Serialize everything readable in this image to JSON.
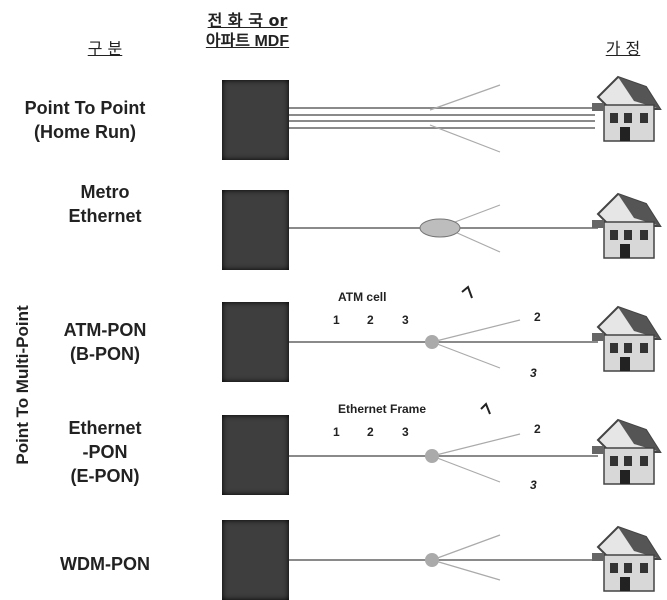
{
  "headers": {
    "category": "구 분",
    "central_office_line1": "전 화 국 or",
    "central_office_line2": "아파트 MDF",
    "home": "가 정"
  },
  "rows": [
    {
      "lines": [
        "Point To Point",
        "(Home Run)"
      ]
    },
    {
      "lines": [
        "Metro",
        "Ethernet"
      ]
    },
    {
      "lines": [
        "ATM-PON",
        "(B-PON)"
      ]
    },
    {
      "lines": [
        "Ethernet",
        "-PON",
        "(E-PON)"
      ]
    },
    {
      "lines": [
        "WDM-PON"
      ]
    }
  ],
  "group_label": "Point To Multi-Point",
  "atm": {
    "caption": "ATM cell",
    "n1": "1",
    "n2": "2",
    "n3": "3",
    "out2": "2",
    "out3": "3"
  },
  "eth": {
    "caption": "Ethernet Frame",
    "n1": "1",
    "n2": "2",
    "n3": "3",
    "out2": "2",
    "out3": "3"
  },
  "icons": [
    "house-icon",
    "splitter-icon",
    "network-box-icon"
  ]
}
